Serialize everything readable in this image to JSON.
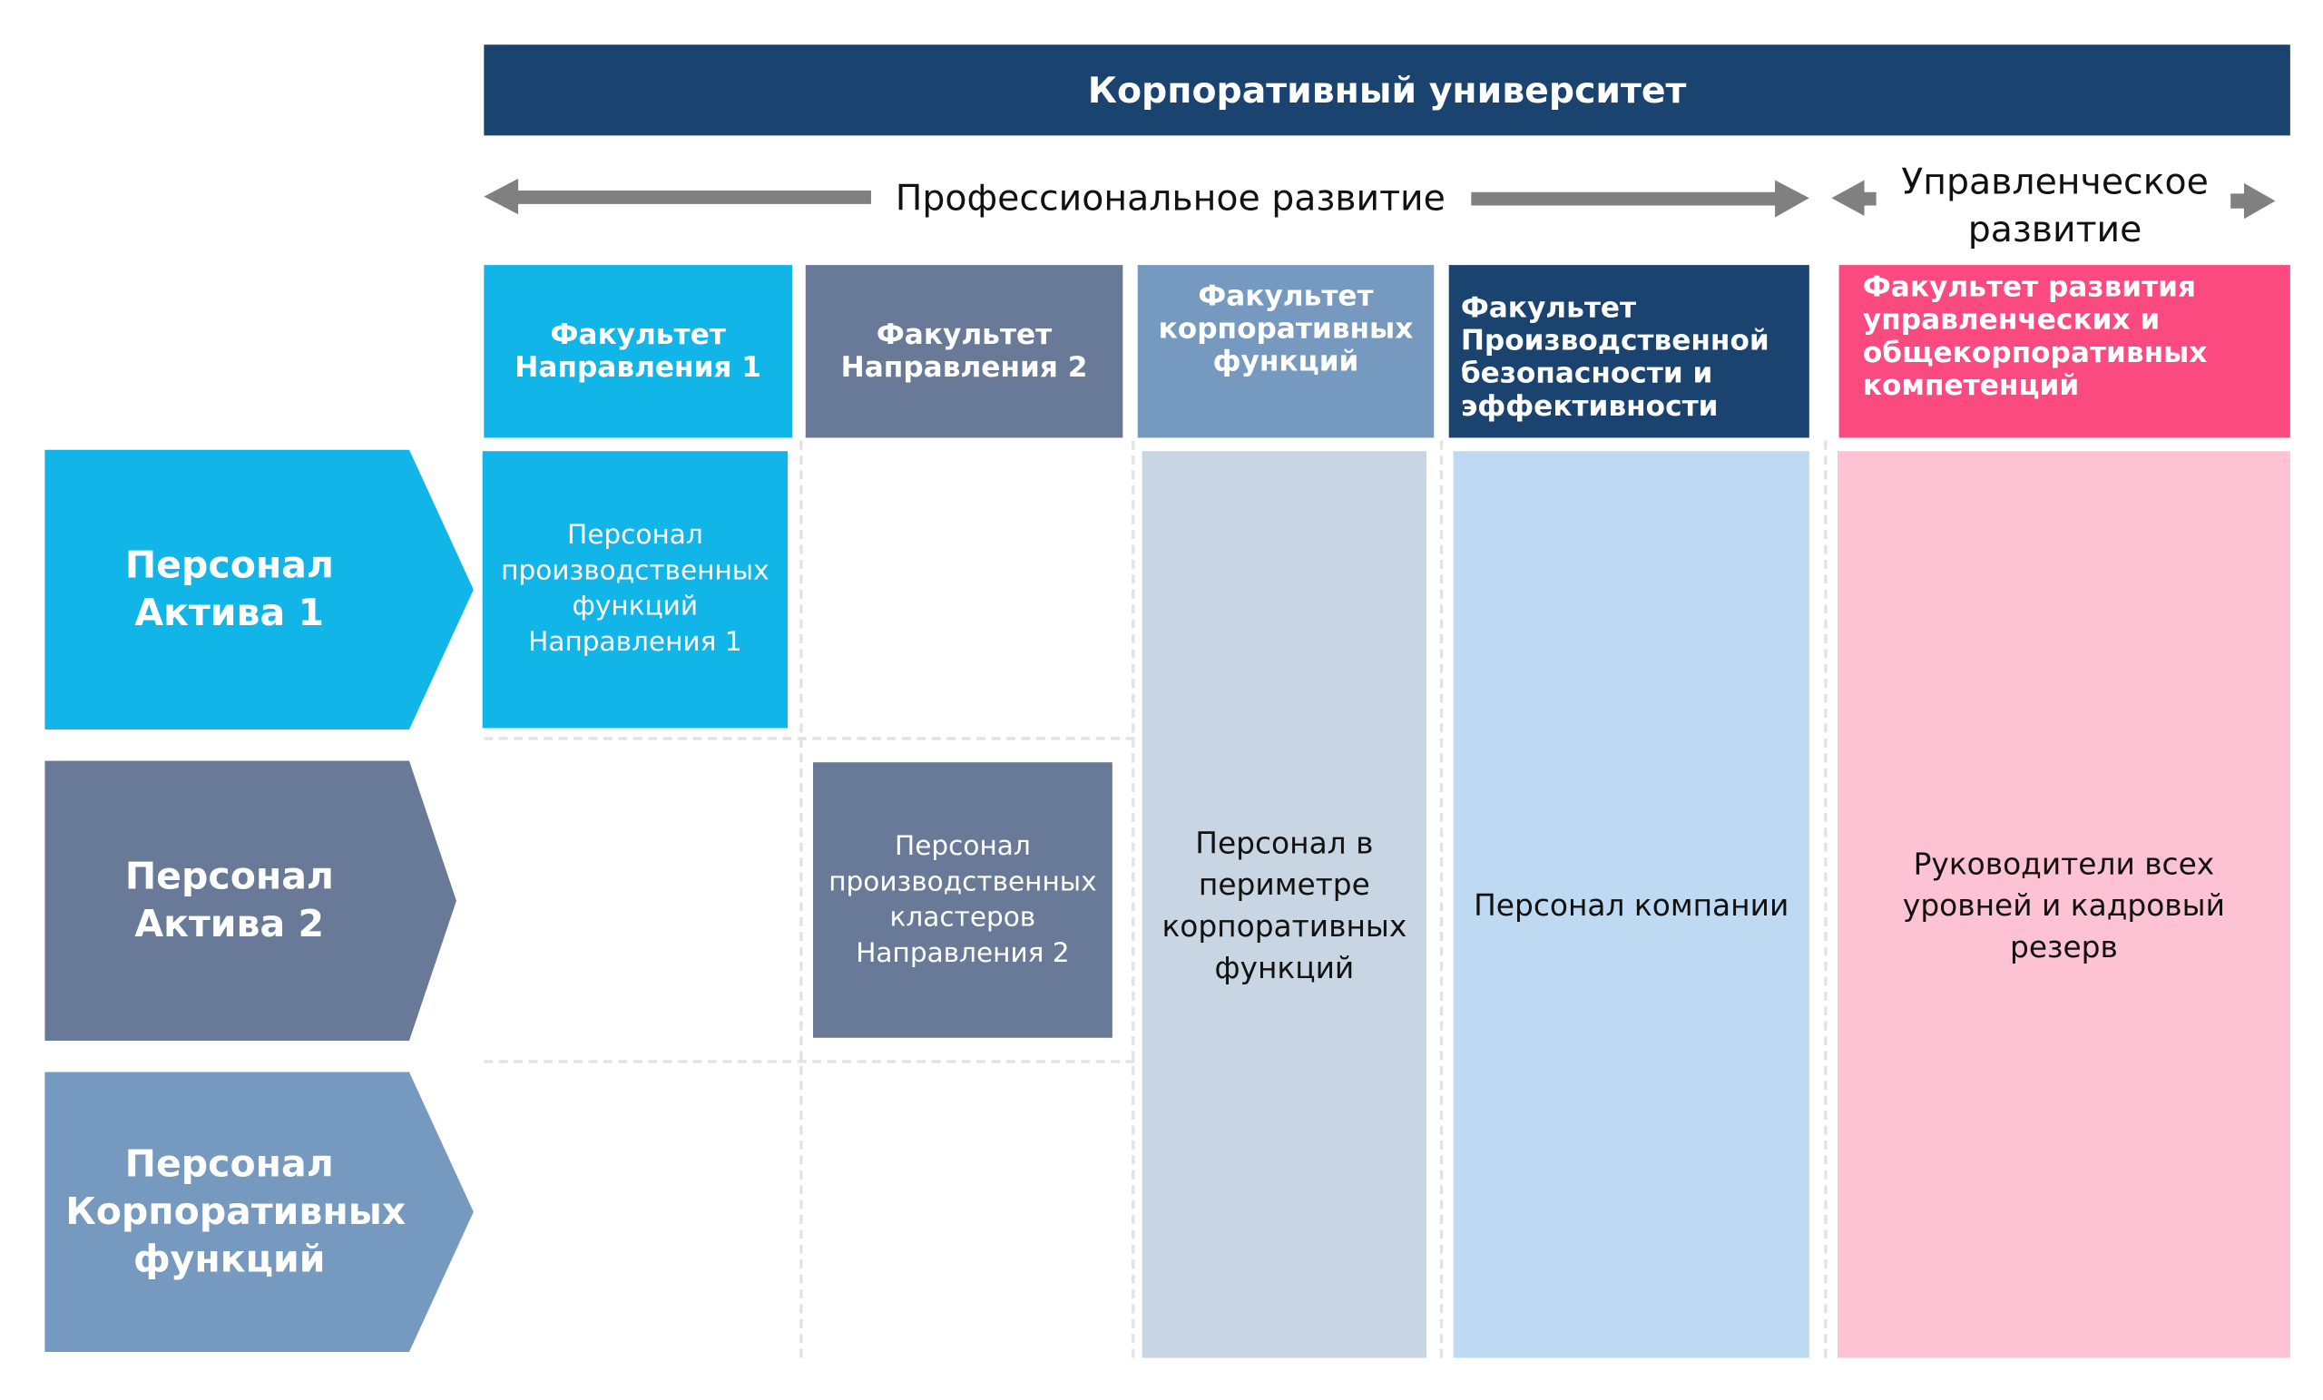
{
  "title": "Корпоративный университет",
  "tracks": {
    "professional": "Профессиональное развитие",
    "managerial": "Управленческое развитие"
  },
  "faculties": [
    {
      "label": "Факультет Направления 1",
      "color": "#12b5e8"
    },
    {
      "label": "Факультет Направления 2",
      "color": "#687a97"
    },
    {
      "label": "Факультет корпоративных функций",
      "color": "#7699bf"
    },
    {
      "label": "Факультет Производственной безопасности и эффективности",
      "color": "#1a4370"
    },
    {
      "label": "Факультет развития управленческих и общекорпоративных компетенций",
      "color": "#fb4a80"
    }
  ],
  "rows": [
    {
      "label": "Персонал Актива 1",
      "color": "#12b5e8"
    },
    {
      "label": "Персонал Актива 2",
      "color": "#687a97"
    },
    {
      "label": "Персонал Корпоративных функций",
      "color": "#7699bf"
    }
  ],
  "cells": {
    "asset1": "Персонал производственных функций Направления 1",
    "asset2": "Персонал производственных кластеров Направления 2",
    "corporate": "Персонал в периметре корпоративных функций",
    "company": "Персонал компании",
    "managers": "Руководители всех уровней и кадровый резерв"
  }
}
